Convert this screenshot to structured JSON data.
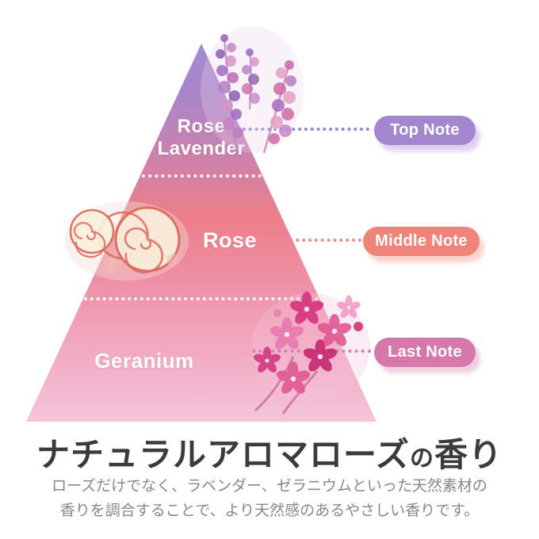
{
  "diagram": {
    "pyramid": {
      "top": {
        "line1": "Rose",
        "line2": "Lavender"
      },
      "middle": {
        "label": "Rose"
      },
      "bottom": {
        "label": "Geranium"
      },
      "gradient_colors": [
        "#a18ad5",
        "#ed7e88",
        "#f4c5d8"
      ]
    },
    "notes": [
      {
        "id": "top",
        "label": "Top Note",
        "color": "#a287cf"
      },
      {
        "id": "middle",
        "label": "Middle Note",
        "color": "#f0837a"
      },
      {
        "id": "last",
        "label": "Last Note",
        "color": "#d778ab"
      }
    ],
    "illustrations": [
      "lavender-illustration",
      "rose-illustration",
      "geranium-illustration"
    ]
  },
  "heading": {
    "main": "ナチュラルアロマローズ",
    "particle": "の",
    "suffix": "香り"
  },
  "description": {
    "line1": "ローズだけでなく、ラベンダー、ゼラニウムといった天然素材の",
    "line2": "香りを調合することで、より天然感のあるやさしい香りです。"
  }
}
